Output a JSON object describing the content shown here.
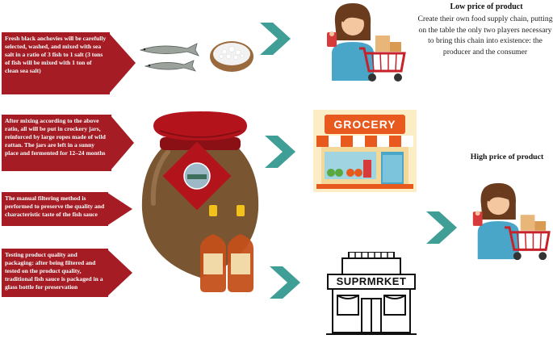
{
  "steps": [
    {
      "text": "Fresh black anchovies will be carefully selected, washed, and mixed with sea salt in a ratio of 3 fish to 1 salt (3 tons of fish will be mixed with 1 ton of clean sea salt)"
    },
    {
      "text": "After mixing according to the above ratio, all will be put in crockery jars, reinforced by large ropes made of wild rattan. The jars are left in a sunny place and fermented for 12–24 months"
    },
    {
      "text": "The manual filtering method is performed to preserve the quality and characteristic taste of the fish sauce"
    },
    {
      "text": "Testing product quality and packaging: after being filtered and tested on the product quality, traditional fish sauce is packaged in a glass bottle for preservation"
    }
  ],
  "low_price": {
    "title": "Low price of product",
    "description": "Create their own food supply chain, putting on the table the only two players necessary to bring this chain into existence: the producer and the consumer"
  },
  "high_price": {
    "title": "High price of product"
  },
  "grocery_sign": "GROCERY",
  "supermarket_sign": "SUPRMRKET",
  "colors": {
    "step_box": "#a61c24",
    "chevron": "#3f9e95",
    "jar_body": "#7a5532",
    "jar_lid": "#b3141c",
    "sauce": "#c4501a",
    "bottle_cap": "#f2c21a"
  }
}
